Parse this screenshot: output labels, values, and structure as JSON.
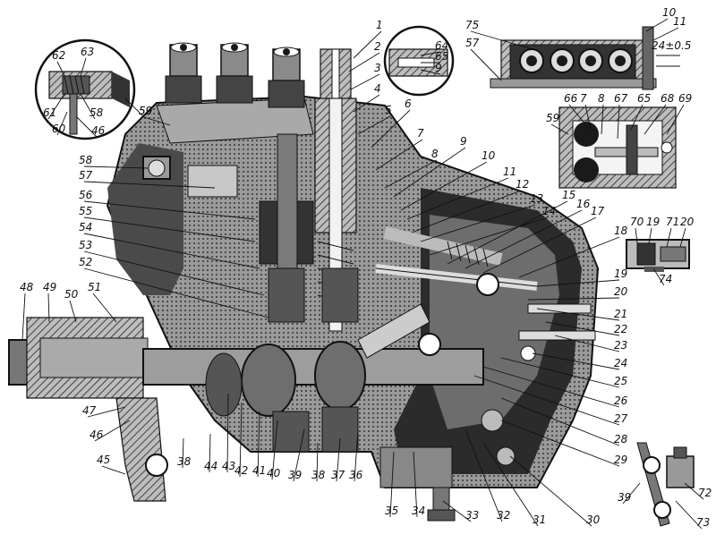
{
  "main_labels": [
    "1",
    "2",
    "3",
    "4",
    "5",
    "6",
    "7",
    "8",
    "9",
    "10",
    "11",
    "12",
    "13",
    "14",
    "15",
    "16",
    "17",
    "18",
    "19",
    "20",
    "21",
    "22",
    "23",
    "24",
    "25",
    "26",
    "27",
    "28",
    "29",
    "30",
    "31",
    "32",
    "33",
    "34",
    "35",
    "36",
    "37",
    "38",
    "39",
    "40",
    "41",
    "42",
    "43",
    "44",
    "45",
    "46",
    "47",
    "48",
    "49",
    "50",
    "51",
    "52",
    "53",
    "54",
    "55",
    "56",
    "57",
    "58",
    "59"
  ],
  "callout_top_left": {
    "labels": [
      "62",
      "63",
      "61",
      "58",
      "60",
      "46",
      "59"
    ]
  },
  "callout_top_center": {
    "labels": [
      "64",
      "65",
      "9"
    ]
  },
  "callout_top_right": {
    "labels": [
      "75",
      "57",
      "10",
      "11"
    ],
    "dimension": "24±0.5"
  },
  "callout_mid_right": {
    "labels": [
      "66",
      "7",
      "8",
      "67",
      "65",
      "68",
      "69",
      "59"
    ]
  },
  "callout_right_small": {
    "labels": [
      "70",
      "19",
      "71",
      "20",
      "74"
    ]
  },
  "callout_bottom_right": {
    "labels": [
      "39",
      "72",
      "73"
    ]
  },
  "bottom_extra_labels": [
    "38"
  ]
}
